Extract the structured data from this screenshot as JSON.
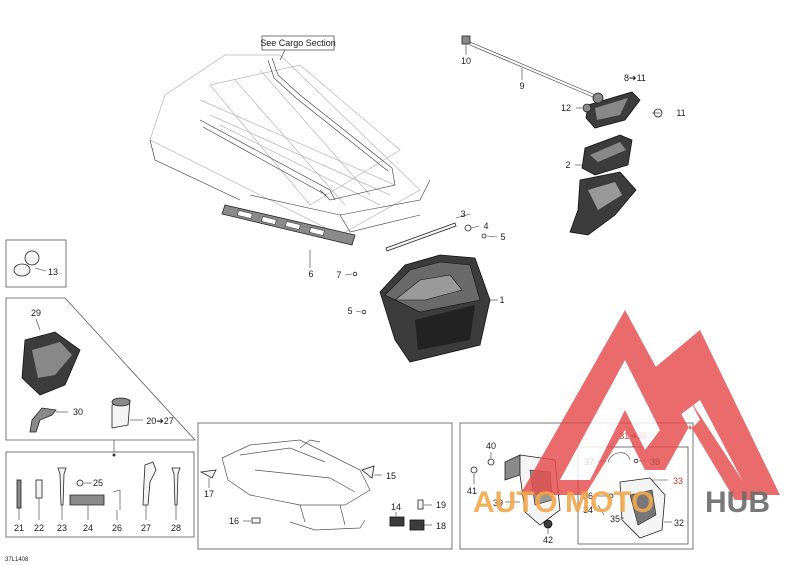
{
  "note_label": "See Cargo Section",
  "drawing_code": "37L1408",
  "callouts": {
    "c1": "1",
    "c2": "2",
    "c3": "3",
    "c4": "4",
    "c5a": "5",
    "c5b": "5",
    "c6": "6",
    "c7": "7",
    "c8_11": "8➔11",
    "c9": "9",
    "c10": "10",
    "c11": "11",
    "c12": "12",
    "c13": "13",
    "c17": "17",
    "c15": "15",
    "c16": "16",
    "c14": "14",
    "c19": "19",
    "c18": "18",
    "c29": "29",
    "c30": "30",
    "c20_27": "20➔27",
    "c21": "21",
    "c22": "22",
    "c23": "23",
    "c24": "24",
    "c25": "25",
    "c26": "26",
    "c27": "27",
    "c28": "28",
    "c40": "40",
    "c41": "41",
    "c39": "39",
    "c42": "42",
    "c31_38": "31➔38",
    "c37": "37",
    "c38": "38",
    "c33": "33",
    "c36": "36",
    "c34": "34",
    "c35": "35",
    "c32": "32"
  },
  "watermark": {
    "text_left": "AUTO",
    "text_mid": "MOTO",
    "text_right": "HUB",
    "color_red": "#e54b4b",
    "color_orange": "#f2a74b",
    "color_gray": "#6b6b6b"
  }
}
